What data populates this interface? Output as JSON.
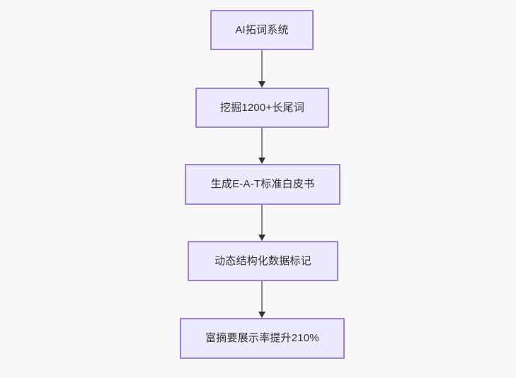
{
  "diagram": {
    "type": "flowchart",
    "direction": "top-to-bottom",
    "background_color": "#f8f8f8",
    "node_fill_color": "#ebeafc",
    "node_border_color": "#a07de0",
    "node_text_color": "#333333",
    "connector_color": "#888888",
    "arrowhead_color": "#333333",
    "nodes": [
      {
        "id": "n1",
        "label": "AI拓词系统"
      },
      {
        "id": "n2",
        "label": "挖掘1200+长尾词"
      },
      {
        "id": "n3",
        "label": "生成E-A-T标准白皮书"
      },
      {
        "id": "n4",
        "label": "动态结构化数据标记"
      },
      {
        "id": "n5",
        "label": "富摘要展示率提升210%"
      }
    ],
    "edges": [
      {
        "id": "e1",
        "from": "n1",
        "to": "n2",
        "label": ""
      },
      {
        "id": "e2",
        "from": "n2",
        "to": "n3",
        "label": ""
      },
      {
        "id": "e3",
        "from": "n3",
        "to": "n4",
        "label": ""
      },
      {
        "id": "e4",
        "from": "n4",
        "to": "n5",
        "label": ""
      }
    ]
  }
}
